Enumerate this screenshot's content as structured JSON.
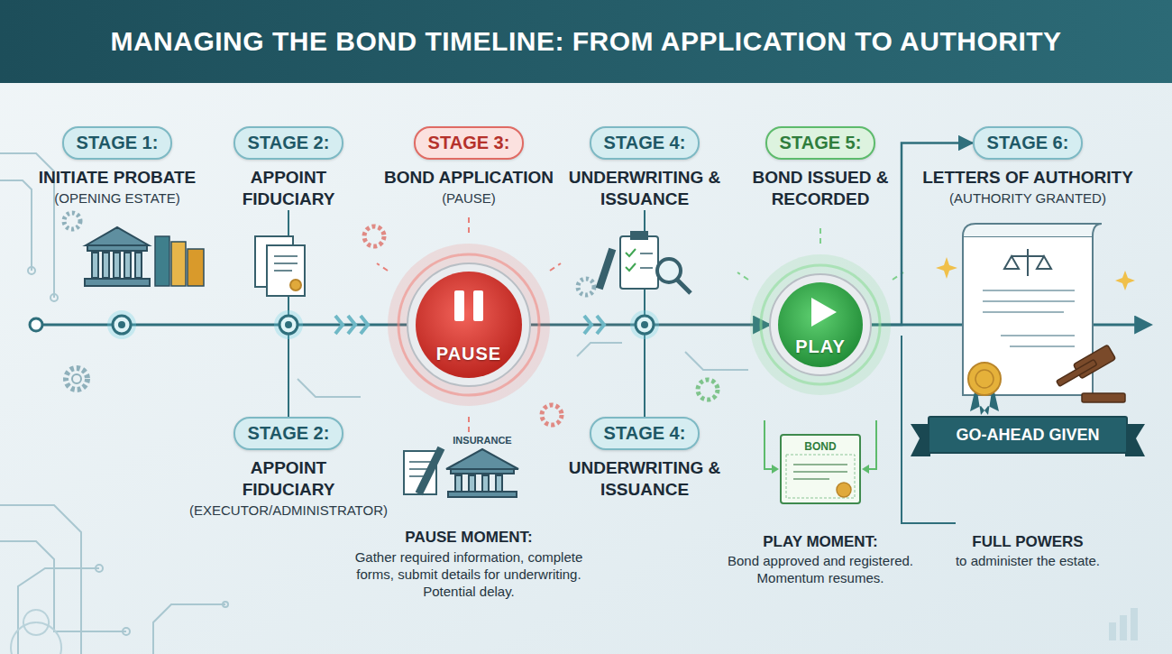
{
  "diagram": {
    "title": "MANAGING THE BOND TIMELINE: FROM APPLICATION TO AUTHORITY",
    "nodes": [
      {
        "text": [
          "STAGE 1:",
          "INITIATE PROBATE",
          "(OPENING ESTATE)"
        ]
      },
      {
        "text": [
          "STAGE 2:",
          "APPOINT FIDUCIARY"
        ]
      },
      {
        "text": [
          "STAGE 3:",
          "BOND APPLICATION",
          "(PAUSE)"
        ]
      },
      {
        "text": [
          "STAGE 4:",
          "UNDERWRITING & ISSUANCE"
        ]
      },
      {
        "text": [
          "STAGE 5:",
          "BOND ISSUED & RECORDED"
        ]
      },
      {
        "text": [
          "STAGE 6:",
          "LETTERS OF AUTHORITY",
          "(AUTHORITY GRANTED)"
        ]
      },
      {
        "text": [
          "STAGE 2:",
          "APPOINT FIDUCIARY",
          "(EXECUTOR/ADMINISTRATOR)"
        ]
      },
      {
        "text": [
          "STAGE 4:",
          "UNDERWRITING & ISSUANCE"
        ]
      },
      {
        "text": [
          "PAUSE"
        ]
      },
      {
        "text": [
          "PLAY"
        ]
      },
      {
        "text": [
          "GO-AHEAD GIVEN"
        ]
      }
    ],
    "edges": [
      {
        "from": 8,
        "to": 9,
        "arrow": "to"
      },
      {
        "from": 9,
        "to": 5,
        "arrow": "to"
      },
      {
        "from": 1,
        "to": 6,
        "arrow": "none"
      },
      {
        "from": 3,
        "to": 7,
        "arrow": "none"
      }
    ],
    "labels": [
      "BOND",
      "INSURANCE",
      "PAUSE MOMENT:",
      "Gather required information, complete forms, submit details for underwriting. Potential delay.",
      "PLAY MOMENT:",
      "Bond approved and registered. Momentum resumes.",
      "FULL POWERS",
      "to administer the estate."
    ]
  }
}
